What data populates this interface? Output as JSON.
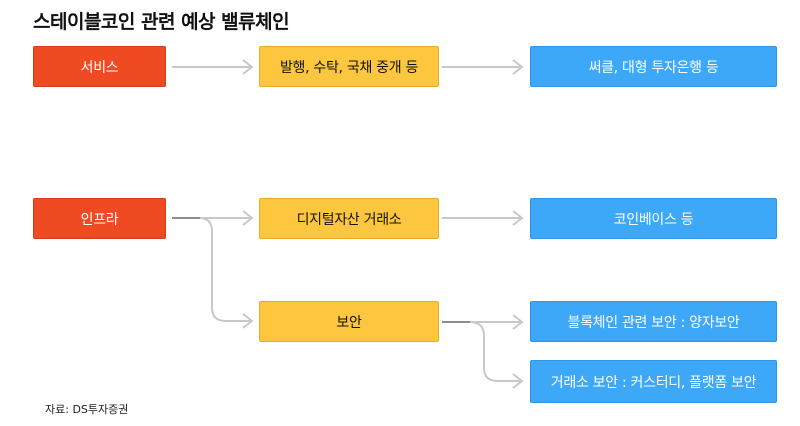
{
  "title": "스테이블코인 관련 예상 밸류체인",
  "rows": {
    "service": {
      "category": "서비스",
      "middle": "발행, 수탁, 국채 중개 등",
      "right": "써클, 대형 투자은행 등"
    },
    "infra": {
      "category": "인프라",
      "exchange": "디지털자산 거래소",
      "exchange_right": "코인베이스 등",
      "security": "보안",
      "security_right_1": "블록체인 관련 보안 : 양자보안",
      "security_right_2": "거래소 보안 : 커스터디, 플랫폼 보안"
    }
  },
  "source": "자료: DS투자증권",
  "colors": {
    "category": "#f04a23",
    "middle": "#fdc63f",
    "right": "#3ea8f8",
    "connector_light": "#c8c8c8",
    "connector_dark": "#8c8c8c"
  }
}
